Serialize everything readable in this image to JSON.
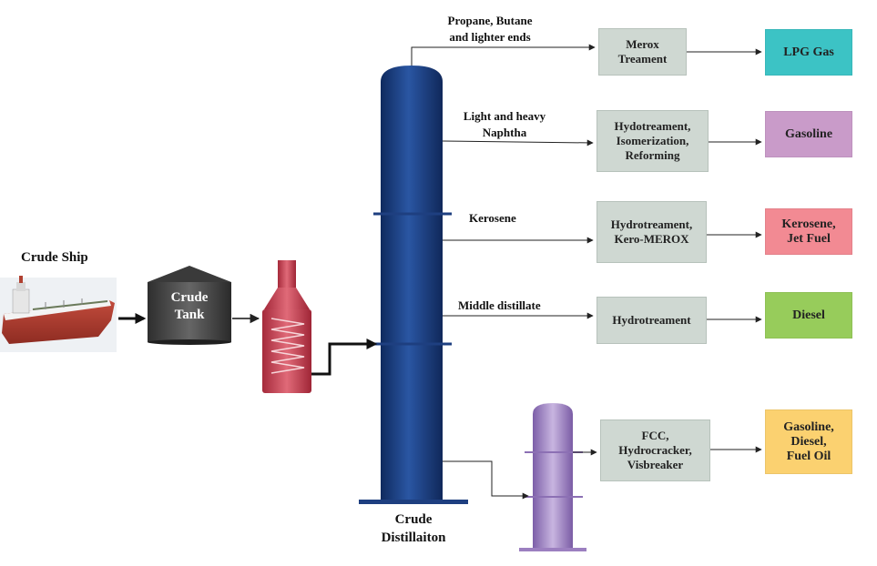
{
  "equipment": {
    "ship_label": "Crude Ship",
    "tank_label": "Crude\nTank",
    "column_label": "Crude\nDistillaiton"
  },
  "streams": [
    {
      "id": "lpg",
      "label": "Propane, Butane\nand lighter ends"
    },
    {
      "id": "naphtha",
      "label": "Light and heavy\nNaphtha"
    },
    {
      "id": "kerosene",
      "label": "Kerosene"
    },
    {
      "id": "middle",
      "label": "Middle distillate"
    }
  ],
  "processes": [
    {
      "id": "merox",
      "label": "Merox\nTreament"
    },
    {
      "id": "naphtha",
      "label": "Hydotreament,\nIsomerization,\nReforming"
    },
    {
      "id": "kerosene",
      "label": "Hydrotreament,\nKero-MEROX"
    },
    {
      "id": "diesel",
      "label": "Hydrotreament"
    },
    {
      "id": "fcc",
      "label": "FCC,\nHydrocracker,\nVisbreaker"
    }
  ],
  "products": [
    {
      "id": "lpg",
      "label": "LPG Gas",
      "color": "#3cc3c5"
    },
    {
      "id": "gasoline",
      "label": "Gasoline",
      "color": "#c99bc9"
    },
    {
      "id": "kerosene",
      "label": "Kerosene,\nJet Fuel",
      "color": "#f28a93"
    },
    {
      "id": "diesel",
      "label": "Diesel",
      "color": "#97cc5b"
    },
    {
      "id": "heavy",
      "label": "Gasoline,\nDiesel,\nFuel Oil",
      "color": "#fbd170"
    }
  ],
  "colors": {
    "column": "#1e3f80",
    "heater": "#c23a4c",
    "tank": "#4a4a4a",
    "vacuum_column": "#9c7fc0",
    "process_box": "#cfd8d2",
    "arrow": "#222222"
  }
}
